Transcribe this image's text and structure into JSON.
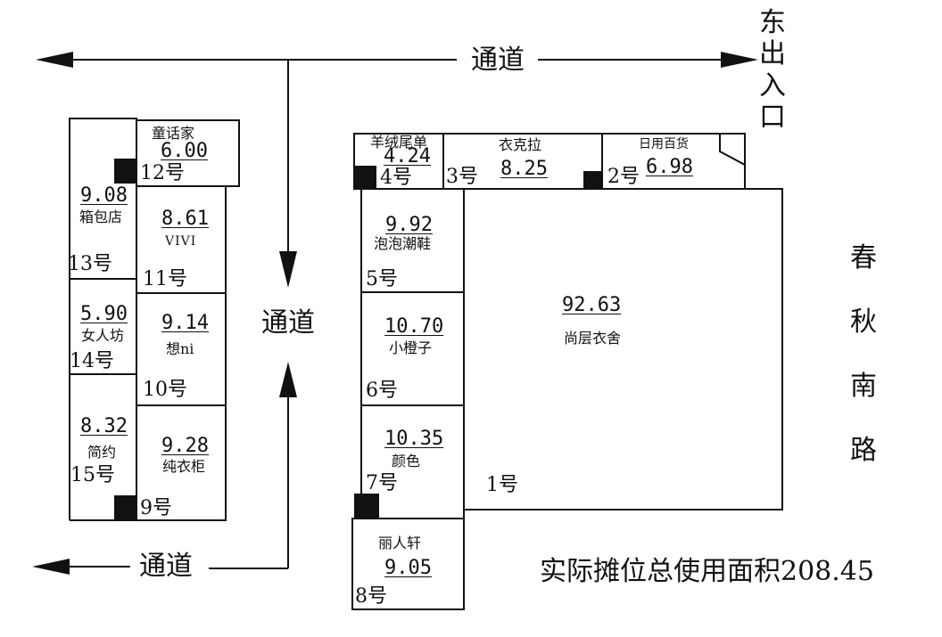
{
  "corridor_label": "通道",
  "east_entrance": "东出入口",
  "road_name": "春秋南路",
  "total_area_text": "实际摊位总使用面积208.45",
  "stalls": [
    {
      "no": "1号",
      "name": "尚层衣舍",
      "area": "92.63"
    },
    {
      "no": "2号",
      "name": "日用百货",
      "area": "6.98"
    },
    {
      "no": "3号",
      "name": "衣克拉",
      "area": "8.25"
    },
    {
      "no": "4号",
      "name": "羊绒尾单",
      "area": "4.24"
    },
    {
      "no": "5号",
      "name": "泡泡潮鞋",
      "area": "9.92"
    },
    {
      "no": "6号",
      "name": "小橙子",
      "area": "10.70"
    },
    {
      "no": "7号",
      "name": "颜色",
      "area": "10.35"
    },
    {
      "no": "8号",
      "name": "丽人轩",
      "area": "9.05"
    },
    {
      "no": "9号",
      "name": "纯衣柜",
      "area": "9.28"
    },
    {
      "no": "10号",
      "name": "想ni",
      "area": "9.14"
    },
    {
      "no": "11号",
      "name": "VIVI",
      "area": "8.61"
    },
    {
      "no": "12号",
      "name": "童话家",
      "area": "6.00"
    },
    {
      "no": "13号",
      "name": "箱包店",
      "area": "9.08"
    },
    {
      "no": "14号",
      "name": "女人坊",
      "area": "5.90"
    },
    {
      "no": "15号",
      "name": "简约",
      "area": "8.32"
    }
  ]
}
